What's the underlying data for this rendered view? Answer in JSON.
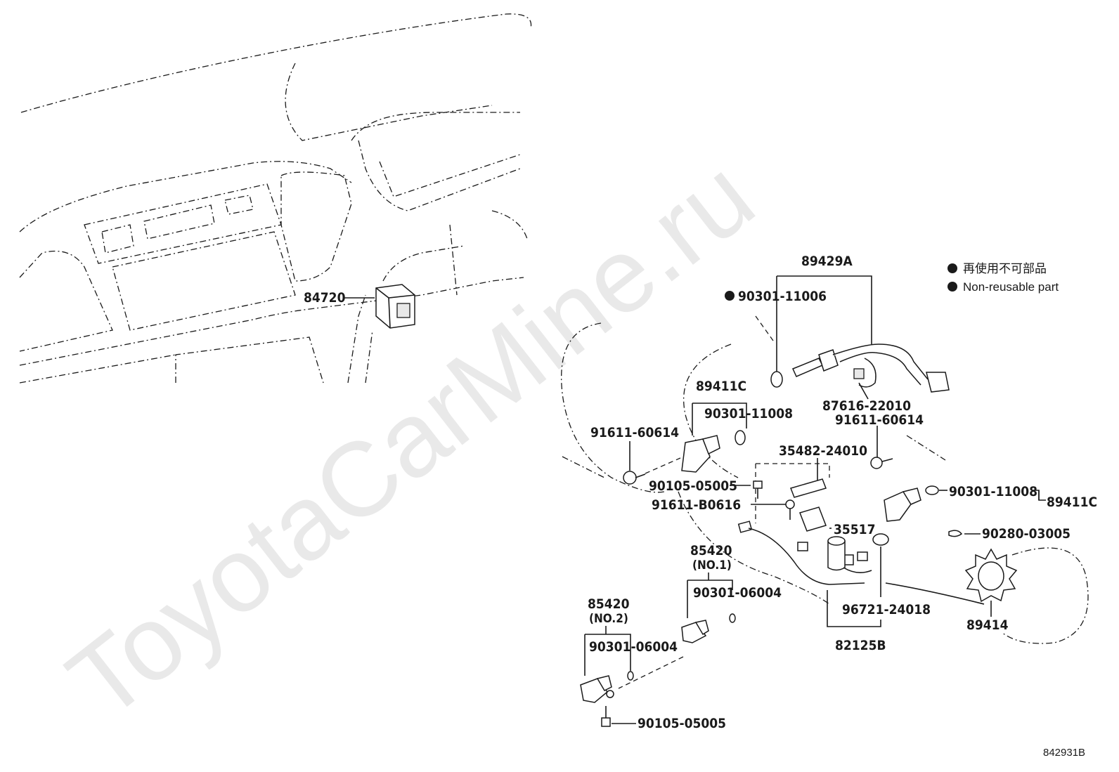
{
  "watermark": "ToyotaCarMine.ru",
  "legend": {
    "items": [
      {
        "symbol": "filled-circle",
        "text": "再使用不可部品"
      },
      {
        "symbol": "filled-circle",
        "text": "Non-reusable part"
      }
    ]
  },
  "reference_code": "842931B",
  "callouts": {
    "c84720": "84720",
    "c89429A": "89429A",
    "c90301_11006": "90301-11006",
    "c89411C_left": "89411C",
    "c90301_11008_left": "90301-11008",
    "c91611_60614_left": "91611-60614",
    "c87616_22010": "87616-22010",
    "c91611_60614_right": "91611-60614",
    "c35482_24010": "35482-24010",
    "c90105_05005_mid": "90105-05005",
    "c91611_B0616": "91611-B0616",
    "c35517": "35517",
    "c90301_11008_right": "90301-11008",
    "c89411C_right": "89411C",
    "c90280_03005": "90280-03005",
    "c85420_no1": "85420",
    "c_no1": "(NO.1)",
    "c90301_06004_no1": "90301-06004",
    "c96721_24018": "96721-24018",
    "c89414": "89414",
    "c82125B": "82125B",
    "c85420_no2": "85420",
    "c_no2": "(NO.2)",
    "c90301_06004_no2": "90301-06004",
    "c90105_05005_bottom": "90105-05005"
  }
}
